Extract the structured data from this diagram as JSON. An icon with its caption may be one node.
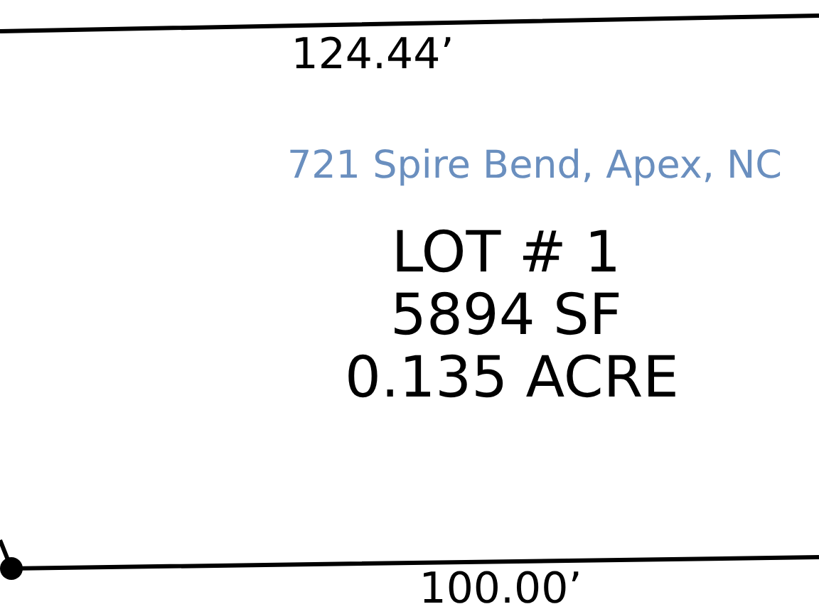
{
  "diagram": {
    "nodes": [
      {
        "text": [
          "721 Spire Bend, Apex, NC",
          "LOT # 1",
          "5894 SF",
          "0.135 ACRE"
        ]
      }
    ],
    "labels": [
      "124.44’",
      "100.00’"
    ]
  }
}
